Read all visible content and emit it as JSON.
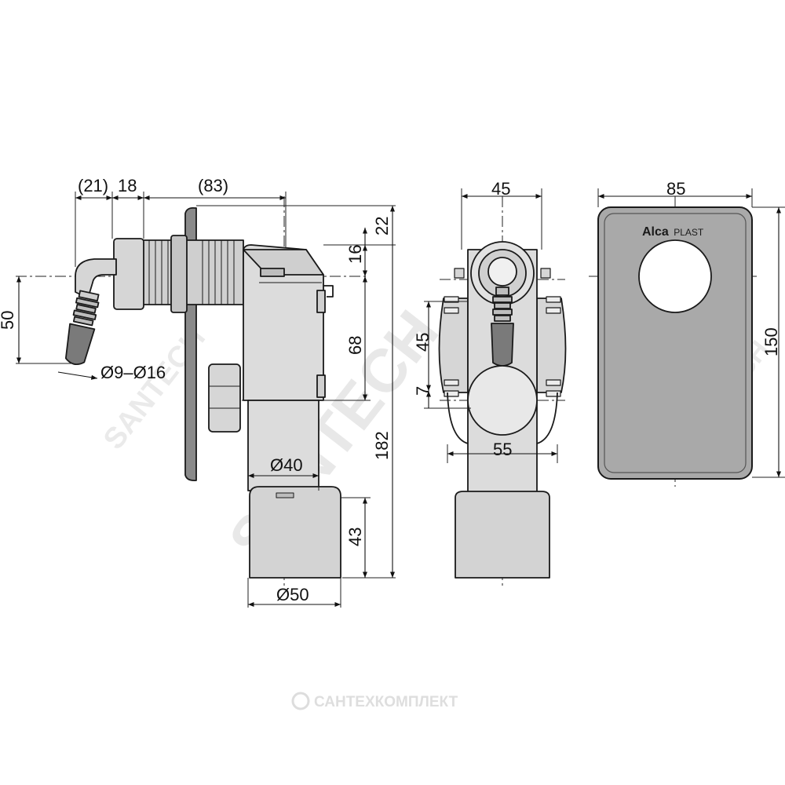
{
  "brand": {
    "name": "Alca",
    "suffix": "PLAST"
  },
  "watermark": {
    "main": "SANTECH",
    "footer": "САНТЕХКОМПЛЕКТ"
  },
  "dimensions": {
    "side_hose_offset": "(21)",
    "side_nut": "18",
    "side_depth": "(83)",
    "side_top_margin": "22",
    "side_inlet_offset": "16",
    "side_hose_height": "50",
    "side_hose_diameter": "Ø9–Ø16",
    "side_drop": "68",
    "side_total_height": "182",
    "side_outlet_inner_diameter": "Ø40",
    "side_outlet_height": "43",
    "side_outlet_diameter": "Ø50",
    "front_width": "45",
    "front_hose_height": "45",
    "front_gap": "7",
    "front_bracket_width": "55",
    "cover_width": "85",
    "cover_height": "150"
  },
  "colors": {
    "line": "#1a1a1a",
    "part_fill": "#dcdcdc",
    "dark_fill": "#7a7a7a",
    "cover_fill": "#a9a9a9",
    "watermark": "#e3e3e3"
  }
}
